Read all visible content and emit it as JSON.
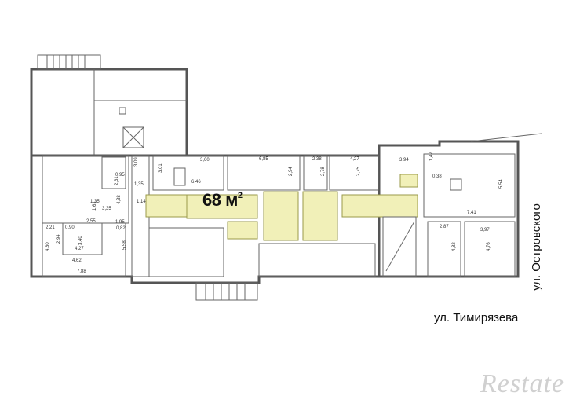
{
  "area": {
    "value": "68",
    "unit": "м",
    "sup": "2"
  },
  "streets": {
    "bottom": "ул. Тимирязева",
    "right": "ул. Островского"
  },
  "watermark": "Restate",
  "colors": {
    "highlight": "#f1f0b8",
    "walls": "#555555"
  },
  "dimensions": [
    "3,60",
    "6,85",
    "2,38",
    "4,27",
    "3,94",
    "1,47",
    "0,38",
    "3,09",
    "3,01",
    "6,46",
    "2,94",
    "2,78",
    "2,75",
    "5,54",
    "7,41",
    "0,95",
    "2,61",
    "1,35",
    "1,14",
    "1,35",
    "1,61",
    "3,35",
    "2,55",
    "1,95",
    "4,38",
    "0,82",
    "2,21",
    "0,90",
    "2,94",
    "3,40",
    "4,27",
    "4,62",
    "5,58",
    "4,80",
    "7,88",
    "2,87",
    "3,97",
    "4,82",
    "4,76"
  ]
}
